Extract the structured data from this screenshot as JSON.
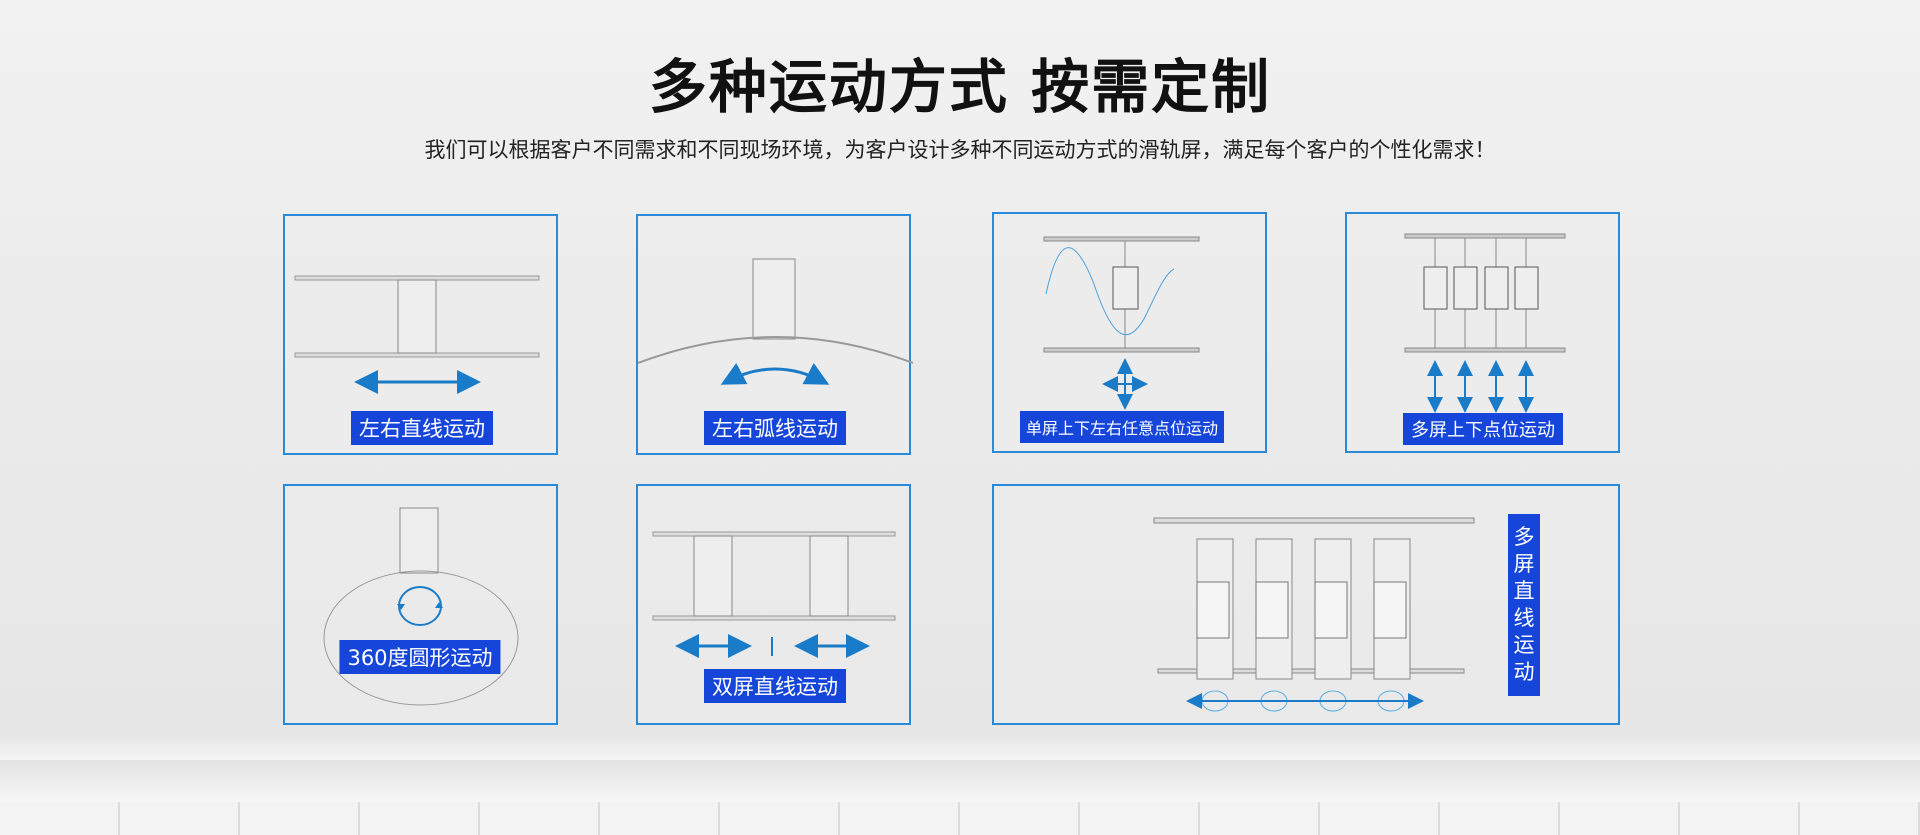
{
  "header": {
    "title": "多种运动方式 按需定制",
    "subtitle": "我们可以根据客户不同需求和不同现场环境，为客户设计多种不同运动方式的滑轨屏，满足每个客户的个性化需求！"
  },
  "cards": [
    {
      "label": "左右直线运动"
    },
    {
      "label": "左右弧线运动"
    },
    {
      "label": "单屏上下左右任意点位运动"
    },
    {
      "label": "多屏上下点位运动"
    },
    {
      "label": "360度圆形运动"
    },
    {
      "label": "双屏直线运动"
    },
    {
      "label": "多屏直线运动"
    }
  ],
  "colors": {
    "accent": "#1645d9",
    "border": "#2a8ad8",
    "arrow": "#1a7cc8"
  }
}
